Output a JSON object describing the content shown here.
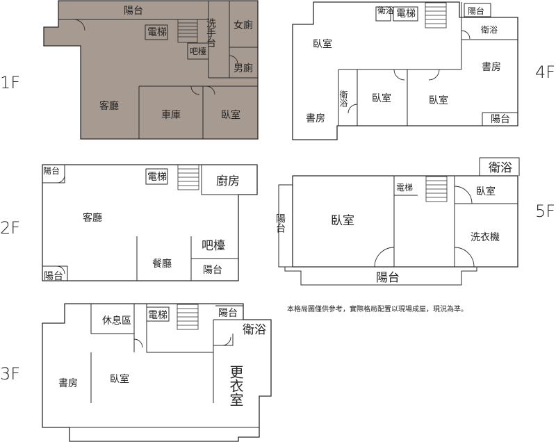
{
  "colors": {
    "first_floor_fill": "#a79a91",
    "line": "#2a2a2a",
    "background": "#ffffff"
  },
  "floors": {
    "f1": {
      "label": "1F",
      "rooms": {
        "balcony": "陽台",
        "elevator": "電梯",
        "washbasin": "洗手台",
        "womens_restroom": "女廁",
        "bar": "吧檯",
        "mens_restroom": "男廁",
        "living_room": "客廳",
        "garage": "車庫",
        "bedroom": "臥室"
      }
    },
    "f2": {
      "label": "2F",
      "rooms": {
        "balcony_top": "陽台",
        "elevator": "電梯",
        "kitchen": "廚房",
        "living_room": "客廳",
        "bar": "吧檯",
        "dining_room": "餐廳",
        "balcony_right": "陽台",
        "balcony_bottom": "陽台"
      }
    },
    "f3": {
      "label": "3F",
      "rooms": {
        "lounge": "休息區",
        "elevator": "電梯",
        "balcony": "陽台",
        "bathroom": "衛浴",
        "study": "書房",
        "bedroom": "臥室",
        "walk_in_closet": "更衣室"
      }
    },
    "f4": {
      "label": "4F",
      "rooms": {
        "bathroom_top": "衛浴",
        "elevator": "電梯",
        "balcony_top": "陽台",
        "bathroom_right": "衛浴",
        "bedroom_main": "臥室",
        "study_right": "書房",
        "bathroom_mid": "衛浴",
        "bedroom_mid": "臥室",
        "bedroom_right": "臥室",
        "study_left": "書房",
        "balcony_right": "陽台"
      }
    },
    "f5": {
      "label": "5F",
      "rooms": {
        "bathroom": "衛浴",
        "elevator": "電梯",
        "bedroom_small": "臥室",
        "balcony_left": "陽台",
        "bedroom_main": "臥室",
        "laundry": "洗衣機",
        "balcony_bottom": "陽台"
      }
    }
  },
  "note": "本格局圖僅供參考，實際格局配置以現場成屋，現況為準。"
}
